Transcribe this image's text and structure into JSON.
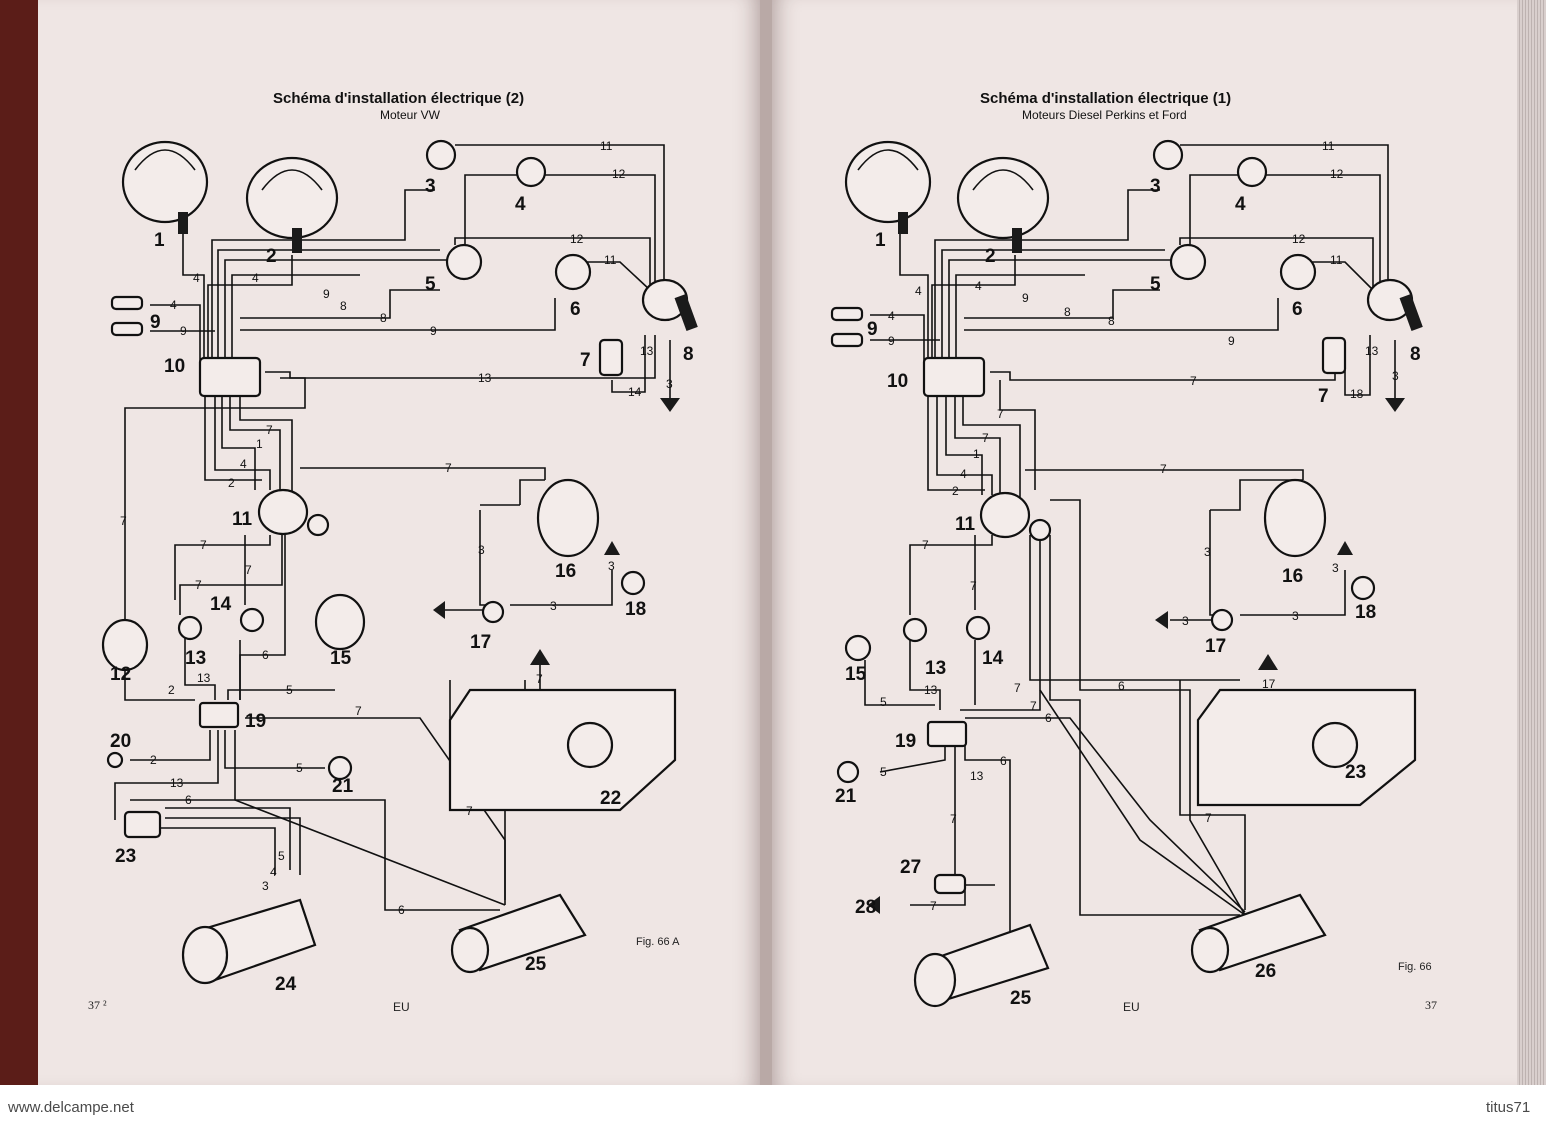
{
  "left_page": {
    "title": "Schéma d'installation électrique (2)",
    "subtitle": "Moteur  VW",
    "fig": "Fig. 66 A",
    "page_number": "37 ²",
    "footer_code": "EU",
    "components": [
      "1",
      "2",
      "3",
      "4",
      "5",
      "6",
      "7",
      "8",
      "9",
      "10",
      "11",
      "12",
      "13",
      "14",
      "15",
      "16",
      "17",
      "18",
      "19",
      "20",
      "21",
      "22",
      "23",
      "24",
      "25"
    ],
    "wire_labels": [
      "11",
      "12",
      "4",
      "4",
      "9",
      "8",
      "12",
      "11",
      "4",
      "9",
      "8",
      "9",
      "13",
      "13",
      "14",
      "3",
      "7",
      "1",
      "4",
      "2",
      "7",
      "7",
      "7",
      "3",
      "7",
      "3",
      "3",
      "7",
      "6",
      "5",
      "13",
      "2",
      "7",
      "2",
      "5",
      "13",
      "6",
      "5",
      "4",
      "3",
      "7",
      "7",
      "6"
    ]
  },
  "right_page": {
    "title": "Schéma d'installation électrique (1)",
    "subtitle": "Moteurs Diesel Perkins et Ford",
    "fig": "Fig. 66",
    "page_number": "37",
    "footer_code": "EU",
    "components": [
      "1",
      "2",
      "3",
      "4",
      "5",
      "6",
      "7",
      "8",
      "9",
      "10",
      "11",
      "12",
      "13",
      "14",
      "15",
      "16",
      "17",
      "18",
      "19",
      "21",
      "23",
      "25",
      "26",
      "27",
      "28"
    ],
    "wire_labels": [
      "11",
      "12",
      "4",
      "4",
      "9",
      "8",
      "12",
      "11",
      "4",
      "9",
      "8",
      "9",
      "7",
      "13",
      "18",
      "3",
      "7",
      "7",
      "1",
      "4",
      "2",
      "7",
      "7",
      "3",
      "3",
      "3",
      "3",
      "7",
      "17",
      "6",
      "7",
      "13",
      "5",
      "7",
      "6",
      "6",
      "5",
      "13",
      "7",
      "7",
      "7"
    ]
  },
  "footer": {
    "left_text": "www.delcampe.net",
    "right_text": "titus71"
  }
}
